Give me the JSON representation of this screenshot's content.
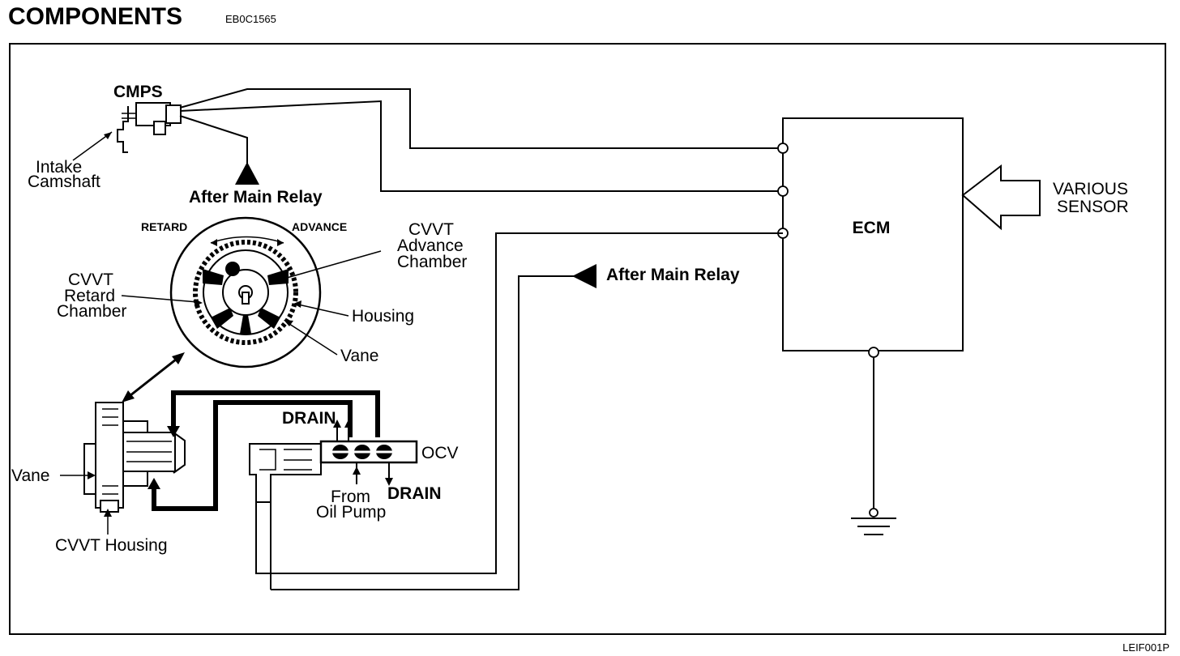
{
  "header": {
    "title": "COMPONENTS",
    "code": "EB0C1565"
  },
  "labels": {
    "cmps": "CMPS",
    "intake_line1": "Intake",
    "intake_line2": "Camshaft",
    "after_main_relay_top": "After Main Relay",
    "retard": "RETARD",
    "advance": "ADVANCE",
    "adv_chamber_1": "CVVT",
    "adv_chamber_2": "Advance",
    "adv_chamber_3": "Chamber",
    "ret_chamber_1": "CVVT",
    "ret_chamber_2": "Retard",
    "ret_chamber_3": "Chamber",
    "housing": "Housing",
    "vane_top": "Vane",
    "ecm": "ECM",
    "various_1": "VARIOUS",
    "various_2": "SENSOR",
    "after_main_relay_mid": "After Main Relay",
    "drain_top": "DRAIN",
    "ocv": "OCV",
    "from": "From",
    "oil_pump": "Oil Pump",
    "drain_bottom": "DRAIN",
    "vane_left": "Vane",
    "cvvt_housing": "CVVT Housing"
  },
  "footer": {
    "code": "LEIF001P"
  }
}
